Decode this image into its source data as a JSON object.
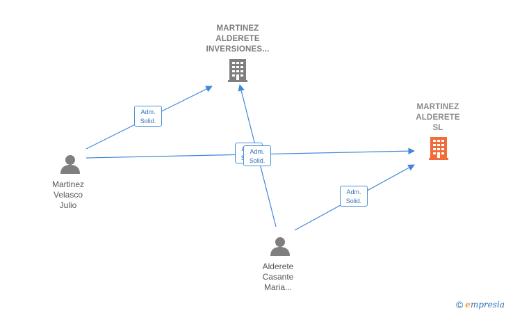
{
  "nodes": {
    "company_inversiones": {
      "label": "MARTINEZ\nALDERETE\nINVERSIONES...",
      "type": "company"
    },
    "company_sl": {
      "label": "MARTINEZ\nALDERETE\nSL",
      "type": "company",
      "highlight_color": "#f26b38"
    },
    "person_julio": {
      "label": "Martinez\nVelasco\nJulio",
      "type": "person"
    },
    "person_maria": {
      "label": "Alderete\nCasante\nMaria...",
      "type": "person"
    }
  },
  "edges": {
    "role_label": "Adm.\nSolid."
  },
  "colors": {
    "edge": "#3f86d9",
    "icon_gray": "#7f7f7f",
    "icon_highlight": "#f26b38"
  },
  "footer": {
    "copyright_symbol": "©",
    "brand_initial": "e",
    "brand_rest": "mpresia"
  }
}
